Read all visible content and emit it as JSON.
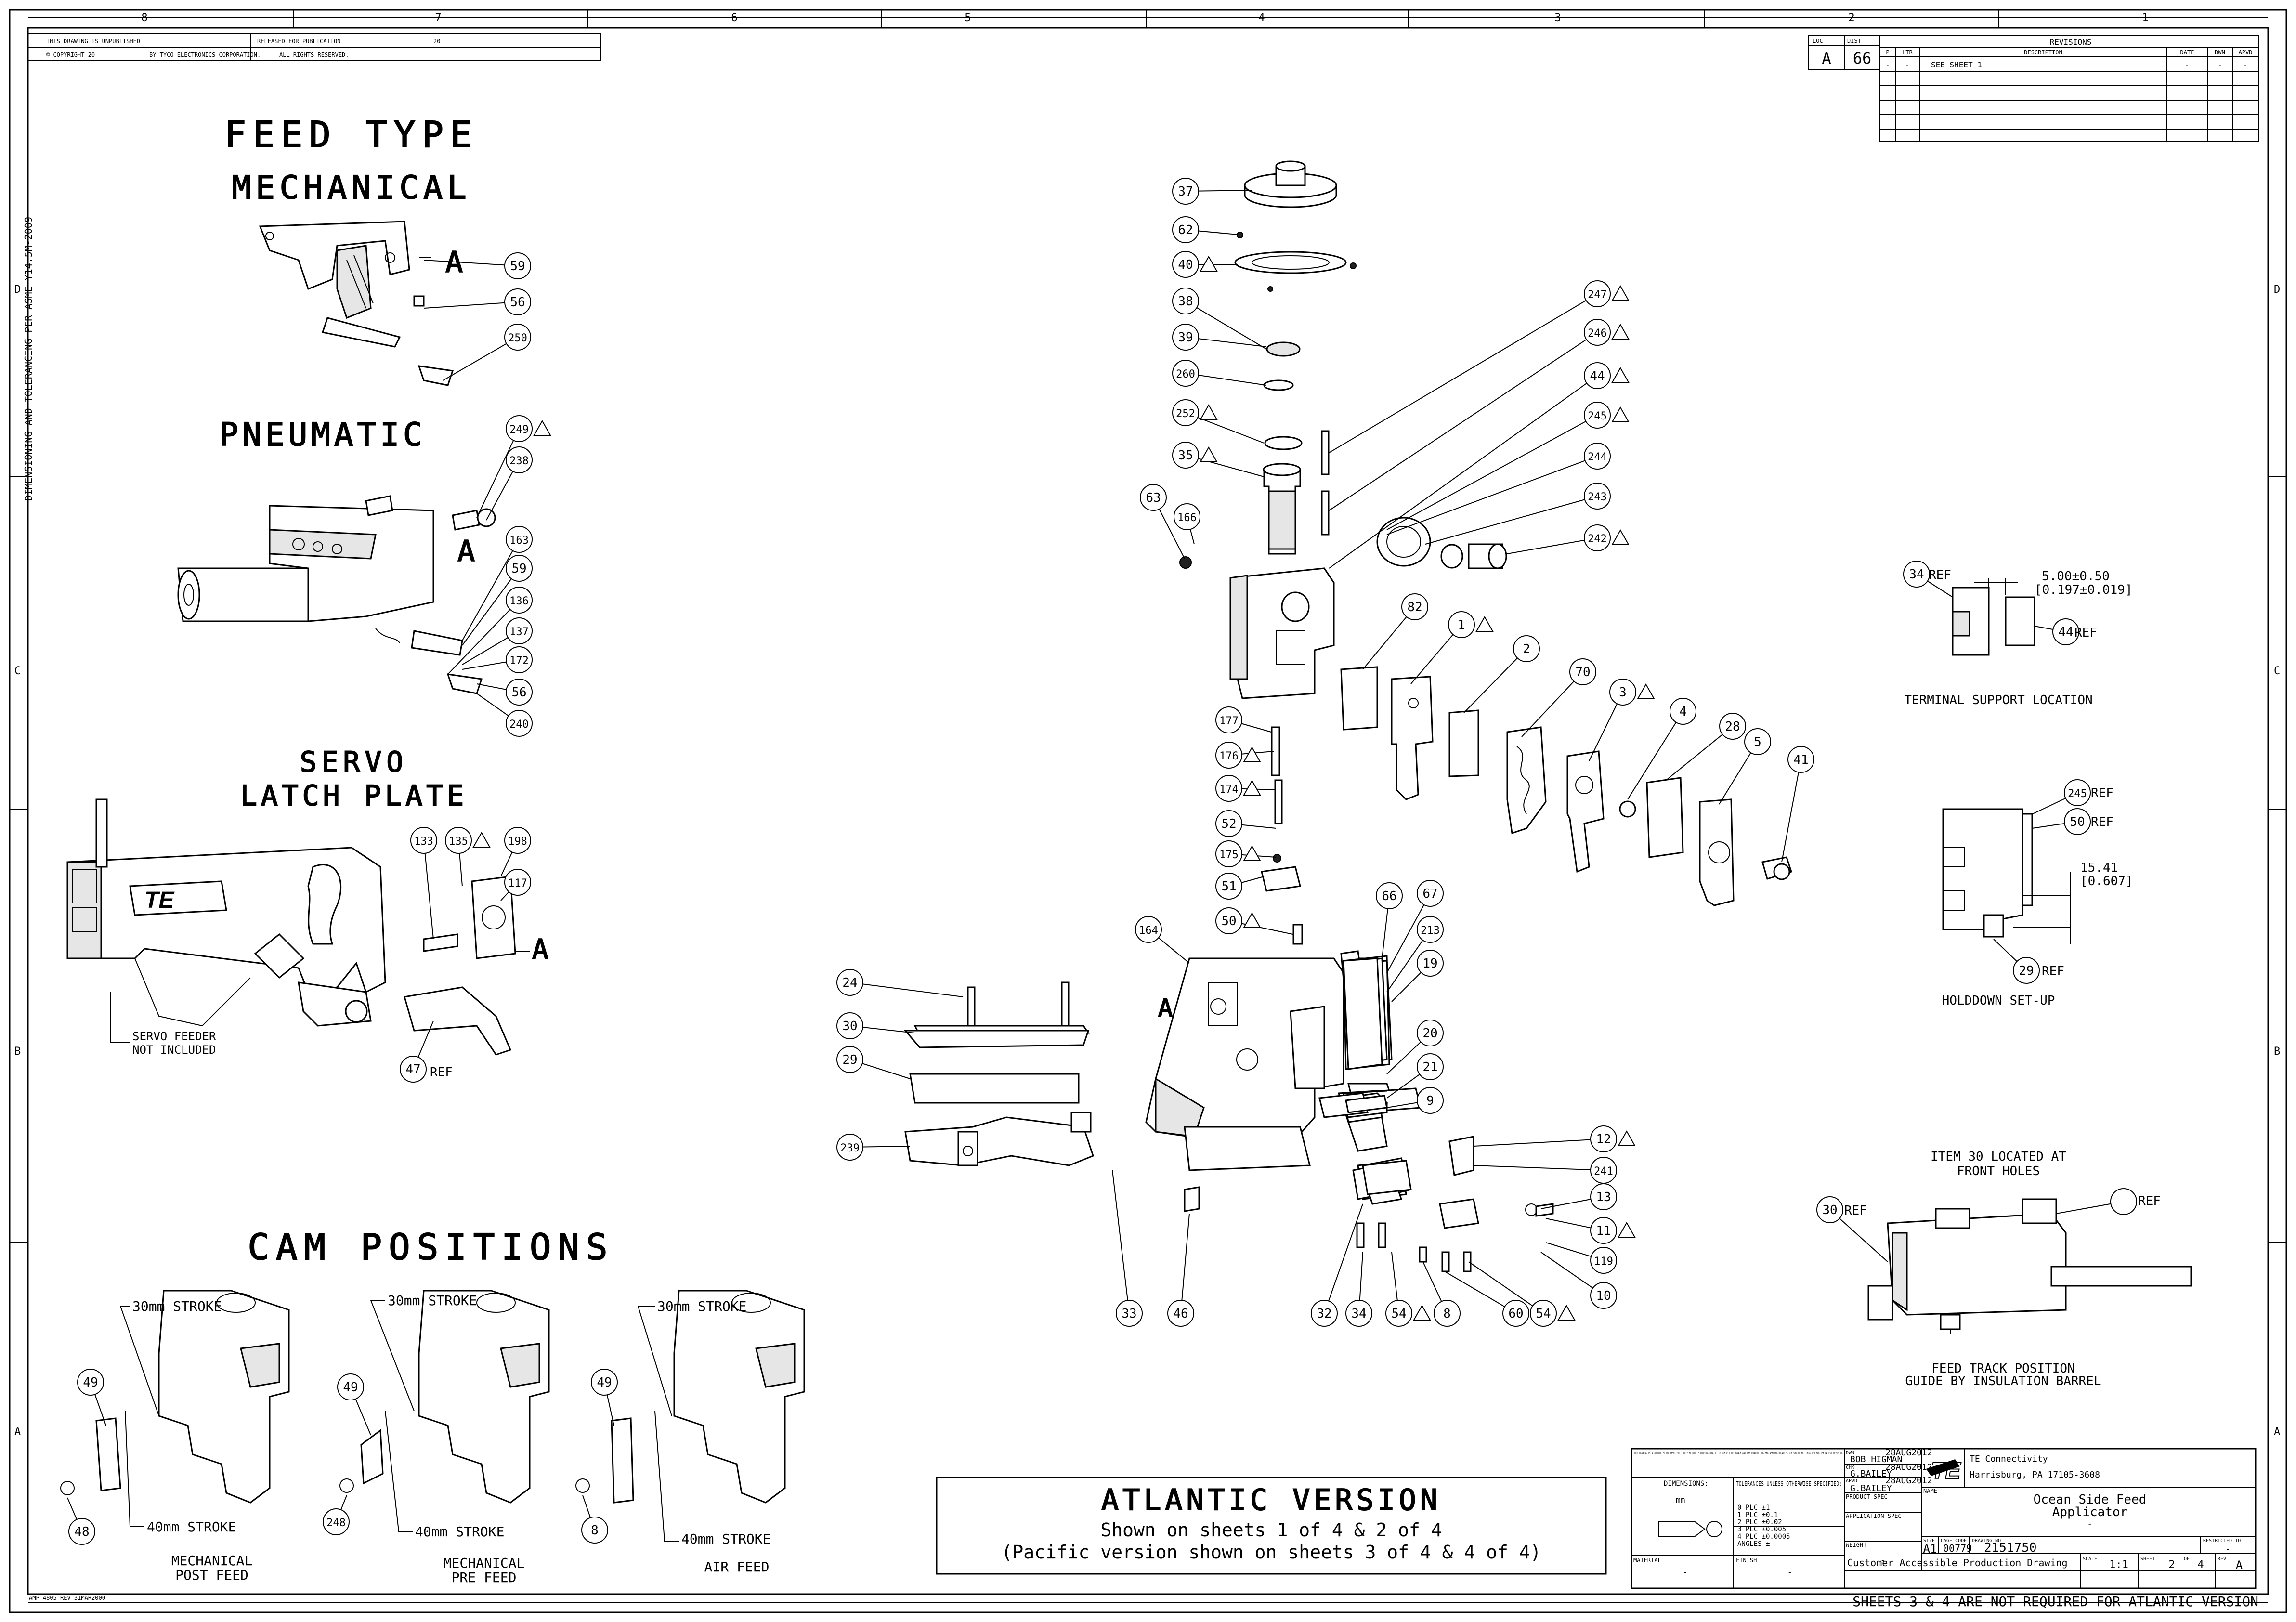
{
  "border": {
    "top_zones": [
      "8",
      "7",
      "6",
      "5",
      "4",
      "3",
      "2",
      "1"
    ],
    "side_zones": [
      "D",
      "C",
      "B",
      "A"
    ]
  },
  "header": {
    "unpublished": "THIS DRAWING IS UNPUBLISHED",
    "released": "RELEASED FOR PUBLICATION",
    "year": "20",
    "copyright": "© COPYRIGHT 20",
    "by": "BY TYCO ELECTRONICS CORPORATION.",
    "rights": "ALL RIGHTS RESERVED."
  },
  "side_note": "DIMENSIONING AND TOLERANCING PER ASME Y14.5M-2009",
  "loc_dist": {
    "loc_label": "LOC",
    "dist_label": "DIST",
    "loc_value": "A",
    "dist_value": "66"
  },
  "revisions": {
    "title": "REVISIONS",
    "headers": [
      "P",
      "LTR",
      "DESCRIPTION",
      "DATE",
      "DWN",
      "APVD"
    ],
    "rows": [
      {
        "p": "-",
        "ltr": "-",
        "desc": "SEE SHEET 1",
        "date": "-",
        "dwn": "-",
        "apvd": "-"
      }
    ]
  },
  "sections": {
    "feed_type": "FEED TYPE",
    "mechanical": "MECHANICAL",
    "pneumatic": "PNEUMATIC",
    "servo": "SERVO",
    "latch_plate": "LATCH PLATE",
    "servo_feeder_note_1": "SERVO FEEDER",
    "servo_feeder_note_2": "NOT INCLUDED",
    "cam_positions": "CAM POSITIONS",
    "stroke_30": "30mm STROKE",
    "stroke_40": "40mm STROKE",
    "cam1_line1": "MECHANICAL",
    "cam1_line2": "POST FEED",
    "cam2_line1": "MECHANICAL",
    "cam2_line2": "PRE FEED",
    "cam3": "AIR FEED",
    "view_a": "A",
    "ref": "REF"
  },
  "right_views": {
    "terminal_support": "TERMINAL SUPPORT LOCATION",
    "dim1_line1": "5.00±0.50",
    "dim1_line2": "[0.197±0.019]",
    "holddown": "HOLDDOWN SET-UP",
    "dim2_line1": "15.41",
    "dim2_line2": "[0.607]",
    "item30_line1": "ITEM 30 LOCATED AT",
    "item30_line2": "FRONT HOLES",
    "feed_track_line1": "FEED TRACK POSITION",
    "feed_track_line2": "GUIDE BY INSULATION BARREL"
  },
  "atlantic": {
    "title": "ATLANTIC VERSION",
    "line1": "Shown on sheets 1 of 4 & 2 of 4",
    "line2": "(Pacific version shown on sheets 3 of 4 & 4 of 4)"
  },
  "title_block": {
    "proprietary": "THIS DRAWING IS A CONTROLLED DOCUMENT FOR TYCO ELECTRONICS CORPORATION. IT IS SUBJECT TO CHANGE AND THE CONTROLLING ENGINEERING ORGANIZATION SHOULD BE CONTACTED FOR THE LATEST REVISION.",
    "dimensions_label": "DIMENSIONS:",
    "dimensions_unit": "mm",
    "tolerances_label": "TOLERANCES UNLESS OTHERWISE SPECIFIED:",
    "tolerances": [
      "0 PLC ±1",
      "1 PLC ±0.1",
      "2 PLC ±0.02",
      "3 PLC ±0.005",
      "4 PLC ±0.0005",
      "ANGLES ±"
    ],
    "material_label": "MATERIAL",
    "material_value": "-",
    "finish_label": "FINISH",
    "finish_value": "-",
    "dwn_label": "DWN",
    "dwn_name": "BOB HIGMAN",
    "dwn_date": "28AUG2012",
    "chk_label": "CHK",
    "chk_name": "G.BAILEY",
    "chk_date": "28AUG2012",
    "apvd_label": "APVD",
    "apvd_name": "G.BAILEY",
    "apvd_date": "28AUG2012",
    "product_spec": "PRODUCT SPEC",
    "application_spec": "APPLICATION SPEC",
    "weight_label": "WEIGHT",
    "weight_value": "-",
    "company": "TE Connectivity",
    "address": "Harrisburg, PA 17105-3608",
    "name_label": "NAME",
    "name_line1": "Ocean Side Feed",
    "name_line2": "Applicator",
    "name_line3": "-",
    "size_label": "SIZE",
    "size_value": "A1",
    "cage_label": "CAGE CODE",
    "cage_value": "00779",
    "drawing_label": "DRAWING NO",
    "drawing_value": "2151750",
    "restricted_label": "RESTRICTED TO",
    "restricted_value": "-",
    "scale_label": "SCALE",
    "scale_value": "1:1",
    "sheet_label": "SHEET",
    "sheet_value": "2",
    "of_label": "OF",
    "of_value": "4",
    "rev_label": "REV",
    "rev_value": "A",
    "customer_note": "Customer Accessible Production Drawing"
  },
  "footer": {
    "amp": "AMP 4805 REV 31MAR2000",
    "sheets_note": "SHEETS 3 & 4 ARE NOT REQUIRED FOR ATLANTIC VERSION"
  },
  "balloons": [
    "37",
    "62",
    "40",
    "38",
    "39",
    "260",
    "252",
    "35",
    "63",
    "166",
    "247",
    "246",
    "44",
    "245",
    "244",
    "243",
    "242",
    "82",
    "1",
    "2",
    "70",
    "3",
    "4",
    "28",
    "5",
    "41",
    "177",
    "176",
    "174",
    "52",
    "175",
    "51",
    "50",
    "164",
    "66",
    "67",
    "213",
    "19",
    "20",
    "21",
    "9",
    "12",
    "241",
    "13",
    "11",
    "119",
    "10",
    "54",
    "60",
    "8",
    "54",
    "34",
    "32",
    "46",
    "33",
    "24",
    "30",
    "29",
    "239",
    "59",
    "56",
    "250",
    "249",
    "238",
    "163",
    "59",
    "136",
    "137",
    "172",
    "56",
    "240",
    "133",
    "135",
    "198",
    "117",
    "47",
    "49",
    "48",
    "49",
    "248",
    "49",
    "8",
    "34",
    "44",
    "245",
    "50",
    "29",
    "30"
  ]
}
